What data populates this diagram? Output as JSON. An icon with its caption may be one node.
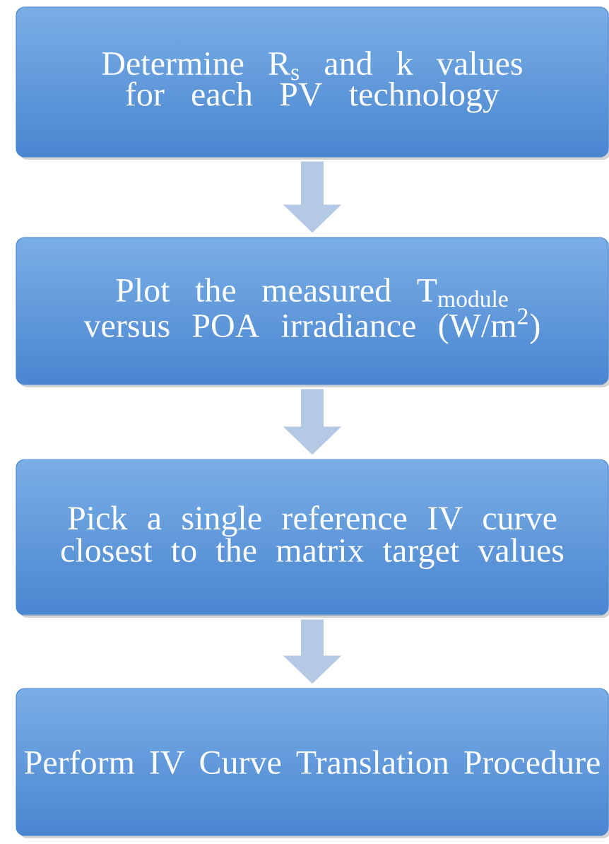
{
  "diagram": {
    "nodes": [
      {
        "text": [
          "Determine R$_{s}$ and k values for each PV technology"
        ]
      },
      {
        "text": [
          "Plot the measured T$_{module}$ versus POA irradiance (W/m$^{2}$)"
        ]
      },
      {
        "text": [
          "Pick a single reference IV curve closest to the matrix target values"
        ]
      },
      {
        "text": [
          "Perform IV Curve Translation Procedure"
        ]
      }
    ],
    "edges": [
      {
        "from": 0,
        "to": 1,
        "arrow": "to"
      },
      {
        "from": 1,
        "to": 2,
        "arrow": "to"
      },
      {
        "from": 2,
        "to": 3,
        "arrow": "to"
      }
    ]
  }
}
